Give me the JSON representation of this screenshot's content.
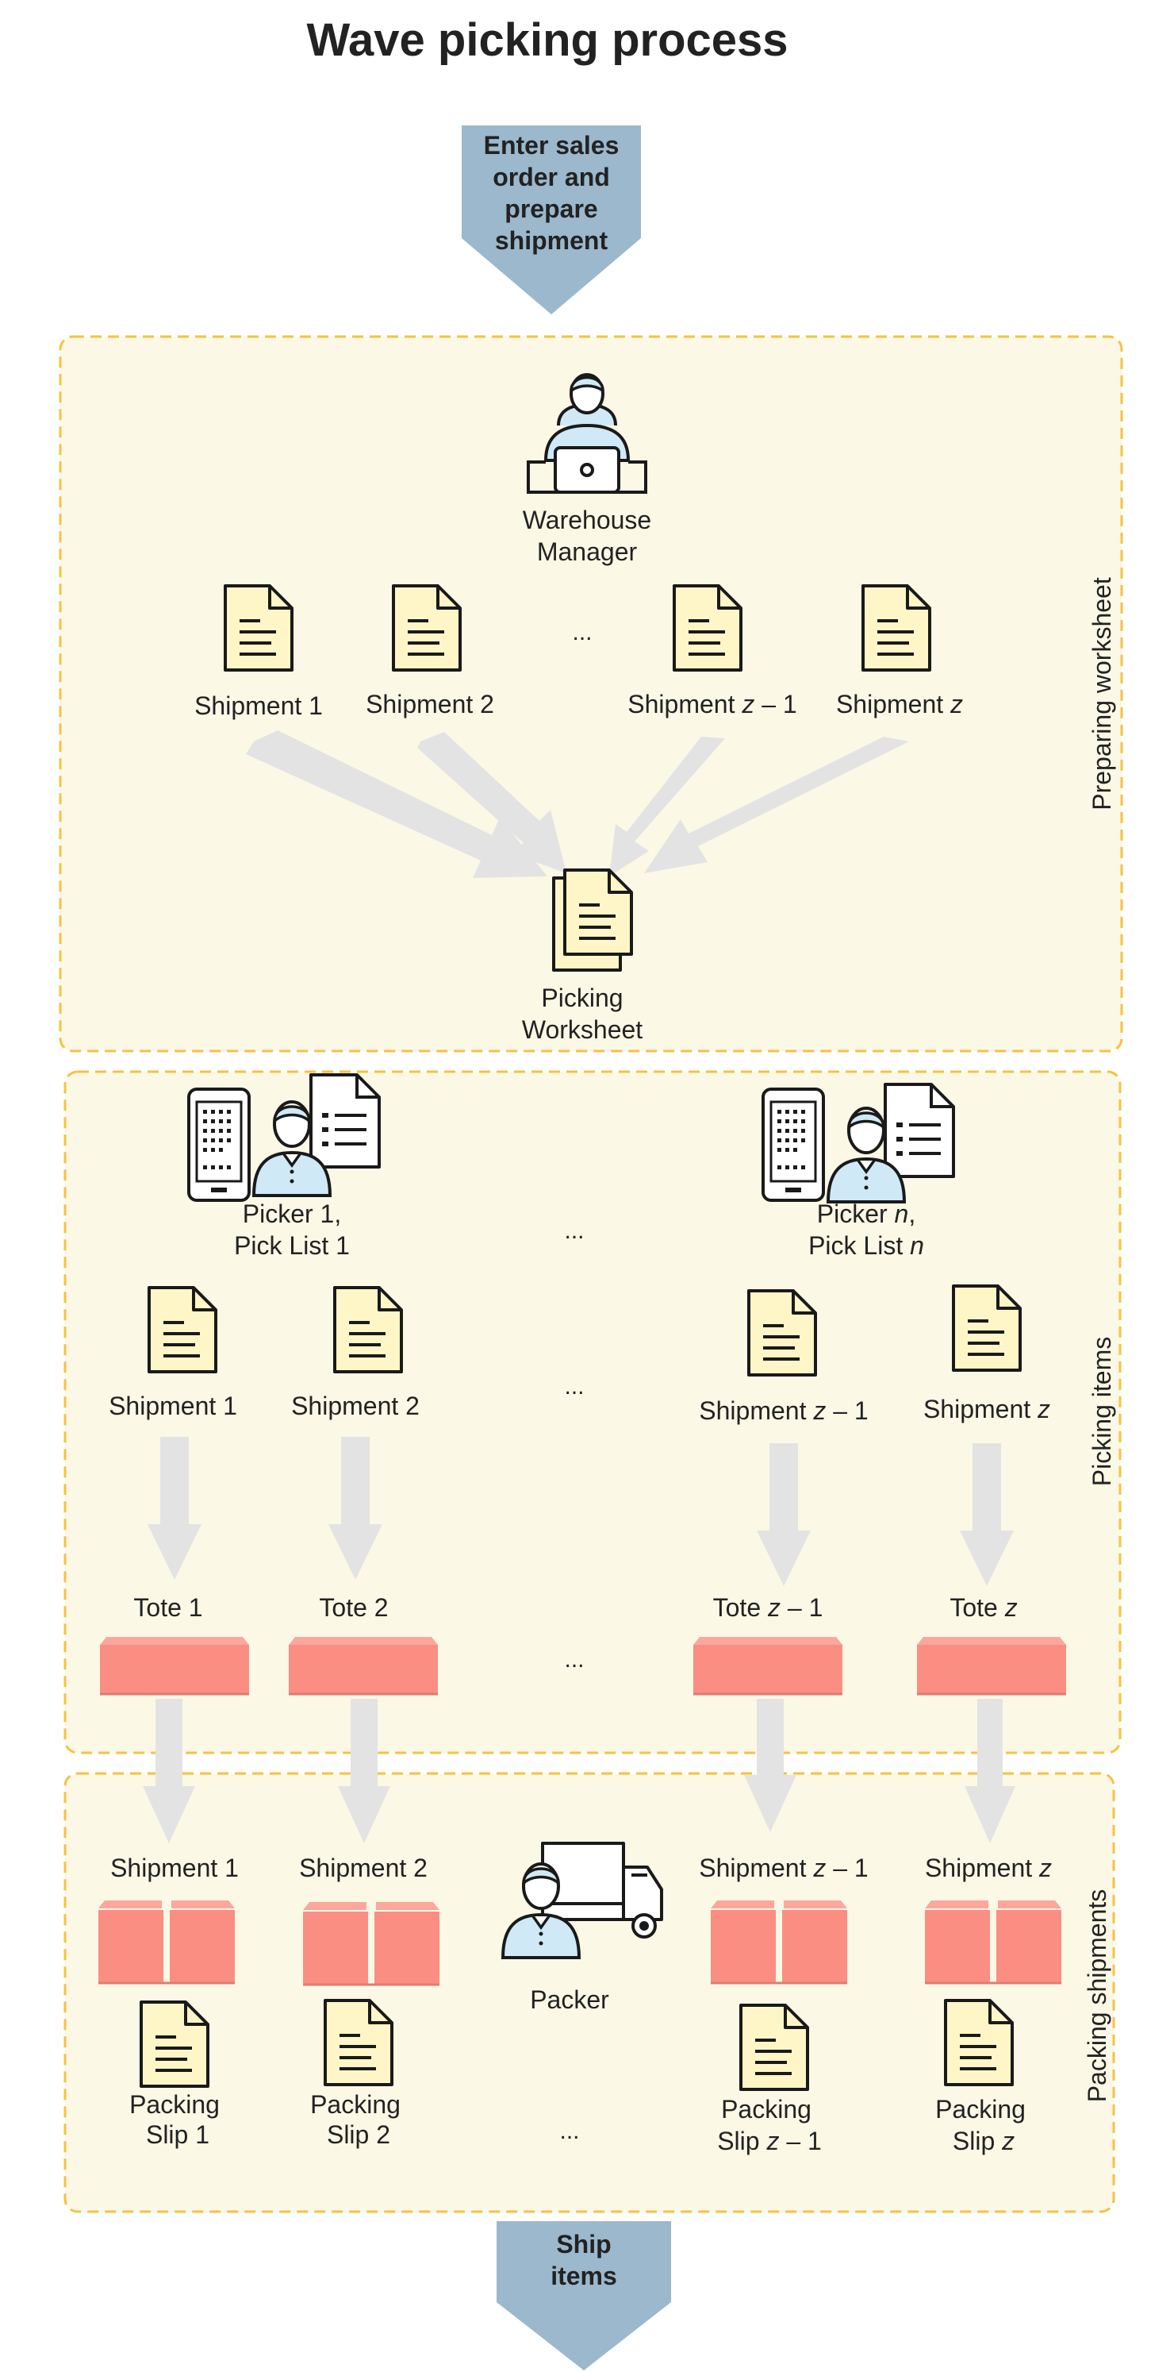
{
  "title": "Wave picking process",
  "start_arrow": {
    "lines": [
      "Enter sales",
      "order and",
      "prepare",
      "shipment"
    ]
  },
  "end_arrow": {
    "lines": [
      "Ship",
      "items"
    ]
  },
  "sections": {
    "preparing": "Preparing worksheet",
    "picking": "Picking items",
    "packing": "Packing shipments"
  },
  "prep": {
    "manager": [
      "Warehouse",
      "Manager"
    ],
    "shipments": [
      {
        "main": "Shipment 1",
        "var": "",
        "suffix": ""
      },
      {
        "main": "Shipment 2",
        "var": "",
        "suffix": ""
      },
      {
        "main": "Shipment ",
        "var": "z",
        "suffix": " – 1"
      },
      {
        "main": "Shipment ",
        "var": "z",
        "suffix": ""
      }
    ],
    "ellipsis": "...",
    "worksheet": [
      "Picking",
      "Worksheet"
    ]
  },
  "pick": {
    "pickers": [
      {
        "line1": "Picker 1,",
        "line2_main": "Pick List 1",
        "line2_var": ""
      },
      {
        "line1": "Picker ",
        "line1_var": "n",
        "line1_suffix": ",",
        "line2_main": "Pick List ",
        "line2_var": "n"
      }
    ],
    "shipments": [
      {
        "main": "Shipment 1",
        "var": "",
        "suffix": ""
      },
      {
        "main": "Shipment 2",
        "var": "",
        "suffix": ""
      },
      {
        "main": "Shipment ",
        "var": "z",
        "suffix": " – 1"
      },
      {
        "main": "Shipment ",
        "var": "z",
        "suffix": ""
      }
    ],
    "totes": [
      {
        "main": "Tote 1",
        "var": "",
        "suffix": ""
      },
      {
        "main": "Tote 2",
        "var": "",
        "suffix": ""
      },
      {
        "main": "Tote ",
        "var": "z",
        "suffix": " – 1"
      },
      {
        "main": "Tote ",
        "var": "z",
        "suffix": ""
      }
    ],
    "ellipsis": "..."
  },
  "pack": {
    "shipments": [
      {
        "main": "Shipment 1",
        "var": "",
        "suffix": ""
      },
      {
        "main": "Shipment 2",
        "var": "",
        "suffix": ""
      },
      {
        "main": "Shipment ",
        "var": "z",
        "suffix": " – 1"
      },
      {
        "main": "Shipment ",
        "var": "z",
        "suffix": ""
      }
    ],
    "packer": "Packer",
    "slips": [
      {
        "line1": "Packing",
        "line2_main": "Slip 1",
        "line2_var": "",
        "line2_suffix": ""
      },
      {
        "line1": "Packing",
        "line2_main": "Slip 2",
        "line2_var": "",
        "line2_suffix": ""
      },
      {
        "line1": "Packing",
        "line2_main": "Slip ",
        "line2_var": "z",
        "line2_suffix": " – 1"
      },
      {
        "line1": "Packing",
        "line2_main": "Slip ",
        "line2_var": "z",
        "line2_suffix": ""
      }
    ],
    "ellipsis": "..."
  },
  "colors": {
    "section_fill": "#fcf8e6",
    "section_border": "#f5c242",
    "big_arrow": "#9bb8cc",
    "flow_arrow": "#e3e3e3",
    "document": "#fff6c8",
    "tote": "#fb8e82",
    "person": "#cfe9f6",
    "title": "#666666"
  }
}
